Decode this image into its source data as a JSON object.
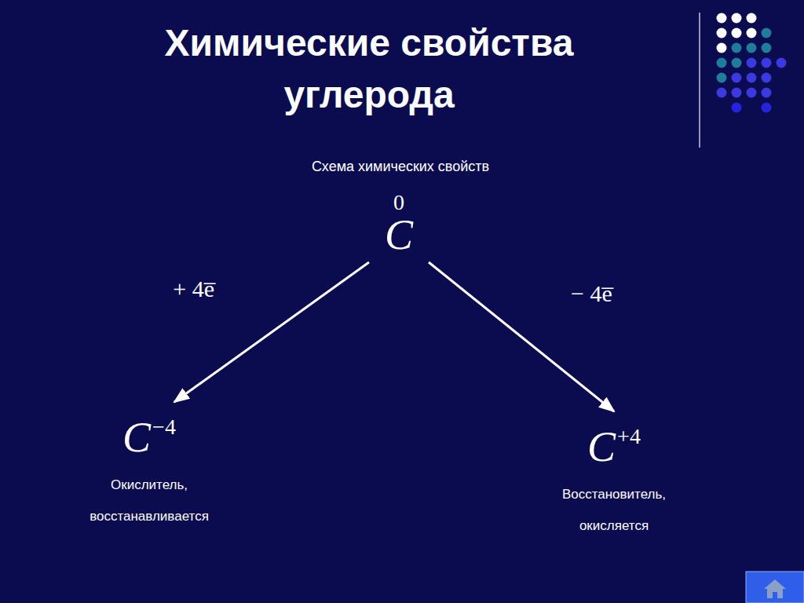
{
  "diagram": {
    "title": "Химические свойства углерода",
    "nodes": [
      {
        "text": [
          "0",
          "C"
        ]
      },
      {
        "text": [
          "C",
          "−4",
          "Окислитель, восстанавливается"
        ]
      },
      {
        "text": [
          "C",
          "+4",
          "Восстановитель, окисляется"
        ]
      }
    ],
    "edges": [
      {
        "from": 0,
        "to": 1,
        "arrow": "to",
        "label": "+ 4e̅"
      },
      {
        "from": 0,
        "to": 2,
        "arrow": "to",
        "label": "− 4e̅"
      }
    ],
    "labels": [
      "Схема химических свойств"
    ]
  }
}
